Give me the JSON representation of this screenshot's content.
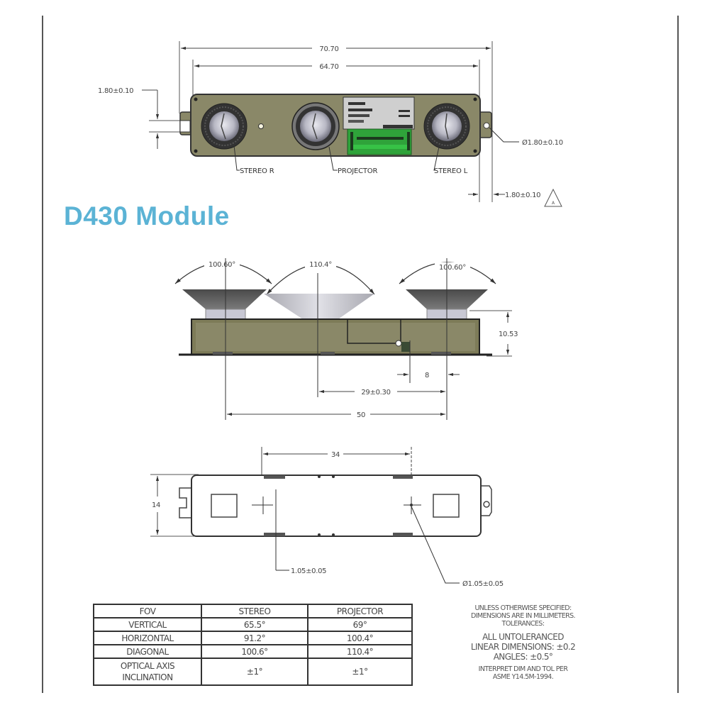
{
  "title": "D430 Module",
  "top_view": {
    "overall_width": "70.70",
    "body_width": "64.70",
    "left_tab_dim": "1.80±0.10",
    "right_hole_dim": "Ø1.80±0.10",
    "right_tab_dim": "1.80±0.10",
    "callouts": {
      "stereo_r": "STEREO R",
      "projector": "PROJECTOR",
      "stereo_l": "STEREO L"
    }
  },
  "side_view": {
    "stereo_r_fov": "100.60°",
    "projector_fov": "110.4°",
    "stereo_l_fov": "100.60°",
    "height": "10.53",
    "offset_small": "8",
    "projector_to_stereo_l": "29±0.30",
    "baseline": "50"
  },
  "bottom_view": {
    "hole_spacing": "34",
    "height": "14",
    "left_hole_dim": "1.05±0.05",
    "right_hole_dim": "Ø1.05±0.05"
  },
  "fov_table": {
    "headers": [
      "FOV",
      "STEREO",
      "PROJECTOR"
    ],
    "rows": [
      [
        "VERTICAL",
        "65.5°",
        "69°"
      ],
      [
        "HORIZONTAL",
        "91.2°",
        "100.4°"
      ],
      [
        "DIAGONAL",
        "100.6°",
        "110.4°"
      ],
      [
        "OPTICAL AXIS INCLINATION",
        "±1°",
        "±1°"
      ]
    ]
  },
  "notes": {
    "line1": "UNLESS OTHERWISE SPECIFIED:",
    "line2": "DIMENSIONS ARE IN MILLIMETERS.",
    "line3": "TOLERANCES:",
    "line4": "ALL UNTOLERANCED",
    "line5": "LINEAR DIMENSIONS: ±0.2",
    "line6": "ANGLES: ±0.5°",
    "line7": "INTERPRET DIM AND TOL PER",
    "line8": "ASME Y14.5M-1994."
  },
  "colors": {
    "title": "#5bb3d5",
    "module_body": "#8a8868",
    "pcb_green": "#2fa33a",
    "line": "#333333"
  }
}
